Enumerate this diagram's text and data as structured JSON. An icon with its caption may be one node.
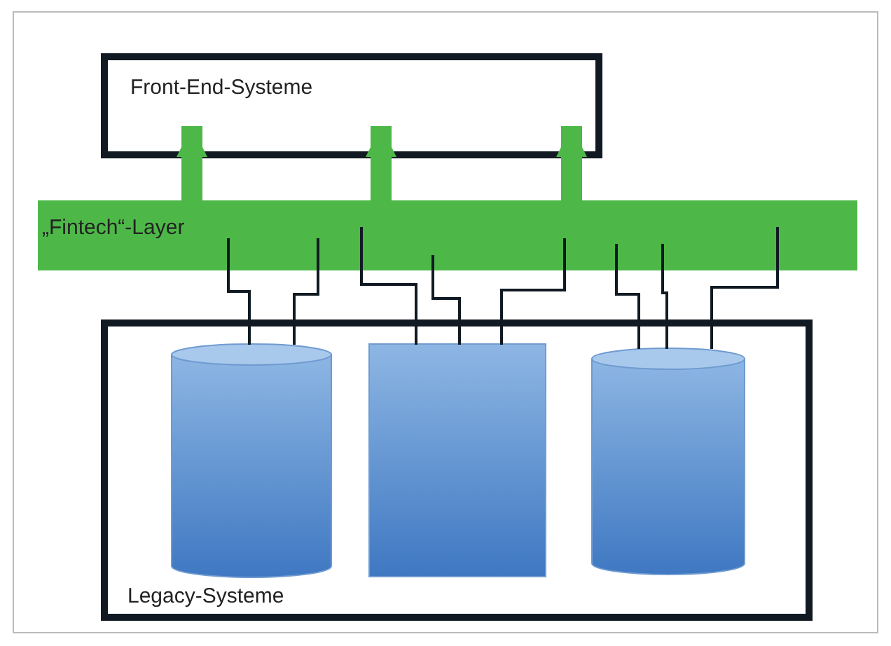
{
  "diagram": {
    "nodes": [
      {
        "text": [
          "Front-End-Systeme"
        ]
      },
      {
        "text": [
          "„Fintech“-Layer"
        ]
      },
      {
        "text": [
          "Legacy-Systeme"
        ]
      },
      {
        "text": [],
        "shape": "cylinder",
        "in": 2
      },
      {
        "text": [],
        "shape": "box",
        "in": 2
      },
      {
        "text": [],
        "shape": "cylinder",
        "in": 2
      }
    ],
    "edges": [
      {
        "from": 1,
        "to": 0,
        "arrow": "to",
        "style": "thick",
        "color": "#4db848"
      },
      {
        "from": 1,
        "to": 0,
        "arrow": "to",
        "style": "thick",
        "color": "#4db848"
      },
      {
        "from": 1,
        "to": 0,
        "arrow": "to",
        "style": "thick",
        "color": "#4db848"
      },
      {
        "from": 1,
        "to": 3,
        "arrow": "none"
      },
      {
        "from": 1,
        "to": 3,
        "arrow": "none"
      },
      {
        "from": 1,
        "to": 4,
        "arrow": "none"
      },
      {
        "from": 1,
        "to": 4,
        "arrow": "none"
      },
      {
        "from": 1,
        "to": 4,
        "arrow": "none"
      },
      {
        "from": 1,
        "to": 5,
        "arrow": "none"
      },
      {
        "from": 1,
        "to": 5,
        "arrow": "none"
      },
      {
        "from": 1,
        "to": 5,
        "arrow": "none"
      }
    ]
  }
}
